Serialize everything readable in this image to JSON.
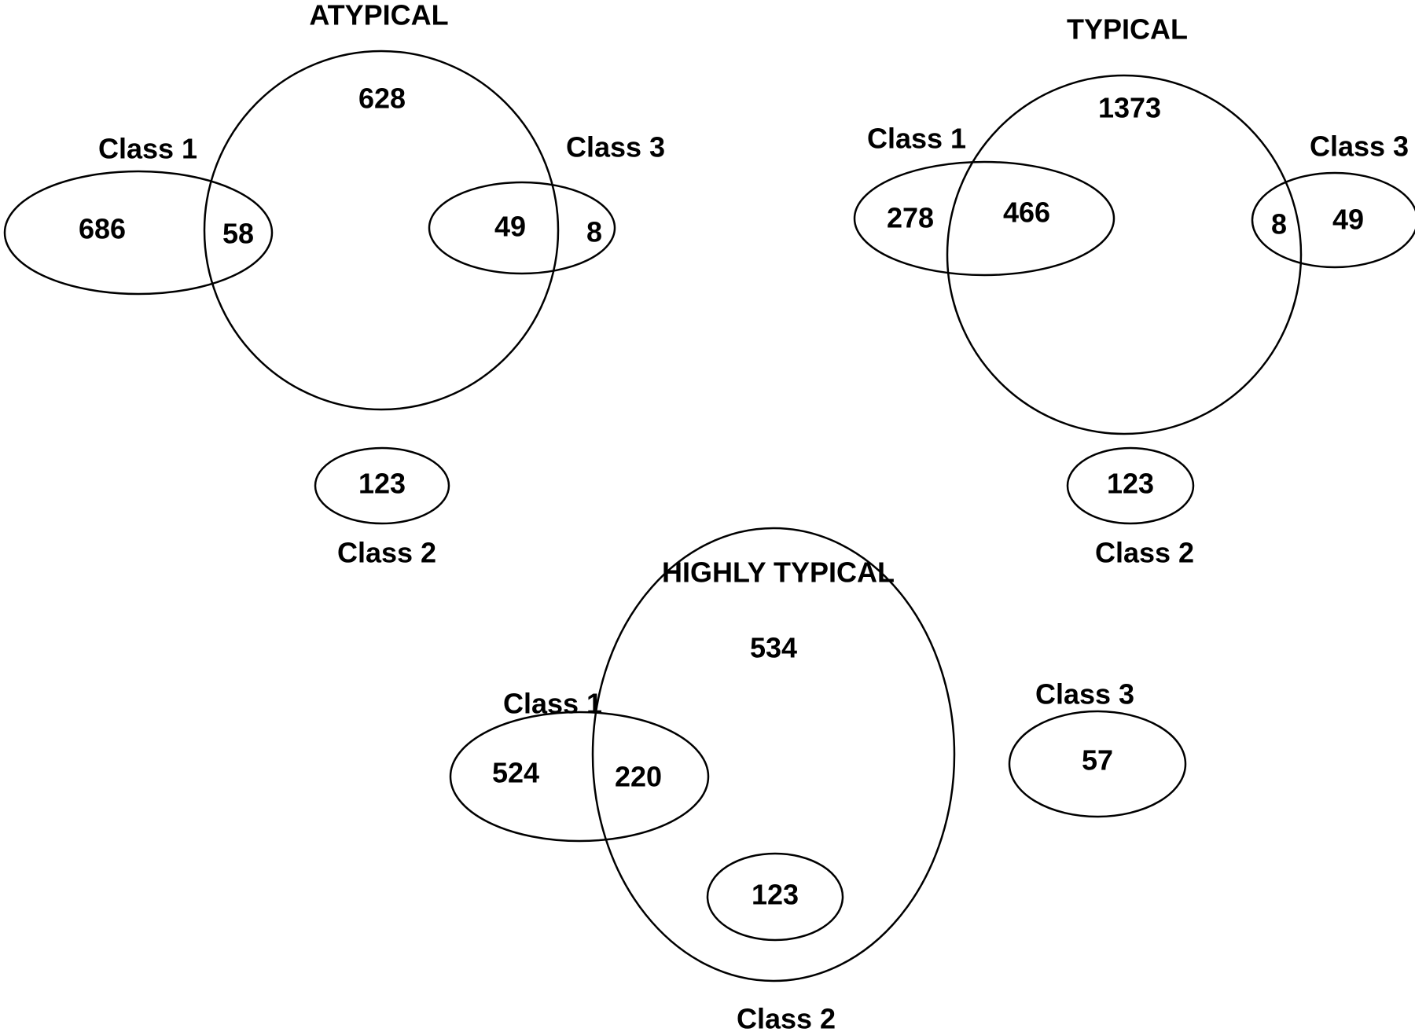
{
  "figure": {
    "panels": [
      {
        "id": "atypical",
        "title": "ATYPICAL",
        "sets": {
          "main": {
            "label": ""
          },
          "class1": {
            "label": "Class 1"
          },
          "class2": {
            "label": "Class 2"
          },
          "class3": {
            "label": "Class 3"
          }
        },
        "regions": {
          "main_only": "628",
          "class1_only": "686",
          "class1_and_main": "58",
          "class3_and_main": "49",
          "class3_only": "8",
          "class2": "123"
        }
      },
      {
        "id": "typical",
        "title": "TYPICAL",
        "sets": {
          "main": {
            "label": ""
          },
          "class1": {
            "label": "Class 1"
          },
          "class2": {
            "label": "Class 2"
          },
          "class3": {
            "label": "Class 3"
          }
        },
        "regions": {
          "main_only": "1373",
          "class1_only": "278",
          "class1_and_main": "466",
          "class3_and_main": "8",
          "class3_only": "49",
          "class2": "123"
        }
      },
      {
        "id": "highly-typical",
        "title": "HIGHLY TYPICAL",
        "sets": {
          "main": {
            "label": ""
          },
          "class1": {
            "label": "Class 1"
          },
          "class2": {
            "label": "Class 2"
          },
          "class3": {
            "label": "Class 3"
          }
        },
        "regions": {
          "main_only": "534",
          "class1_only": "524",
          "class1_and_main": "220",
          "class2_in_main": "123",
          "class3_only": "57"
        }
      }
    ]
  }
}
